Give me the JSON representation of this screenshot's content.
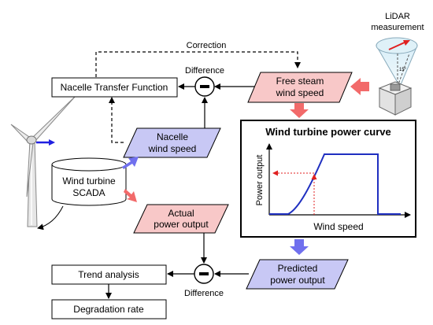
{
  "lidar": {
    "line1": "LiDAR",
    "line2": "measurement",
    "angle": "15°"
  },
  "correction": "Correction",
  "difference_top": "Difference",
  "difference_bottom": "Difference",
  "transfer_function": "Nacelle Transfer Function",
  "free_stream": {
    "line1": "Free steam",
    "line2": "wind speed"
  },
  "nacelle_speed": {
    "line1": "Nacelle",
    "line2": "wind speed"
  },
  "scada": {
    "line1": "Wind turbine",
    "line2": "SCADA"
  },
  "actual_output": {
    "line1": "Actual",
    "line2": "power output"
  },
  "predicted_output": {
    "line1": "Predicted",
    "line2": "power output"
  },
  "trend_analysis": "Trend analysis",
  "degradation_rate": "Degradation rate",
  "power_curve": {
    "title": "Wind turbine power curve",
    "ylabel": "Power output",
    "xlabel": "Wind speed"
  },
  "colors": {
    "pink_fill": "#f8c8c8",
    "blue_fill": "#c8c8f5",
    "red_arrow": "#f26a6a",
    "blue_arrow": "#7070ee",
    "curve": "#1f2fc0",
    "guide": "#e02020"
  }
}
